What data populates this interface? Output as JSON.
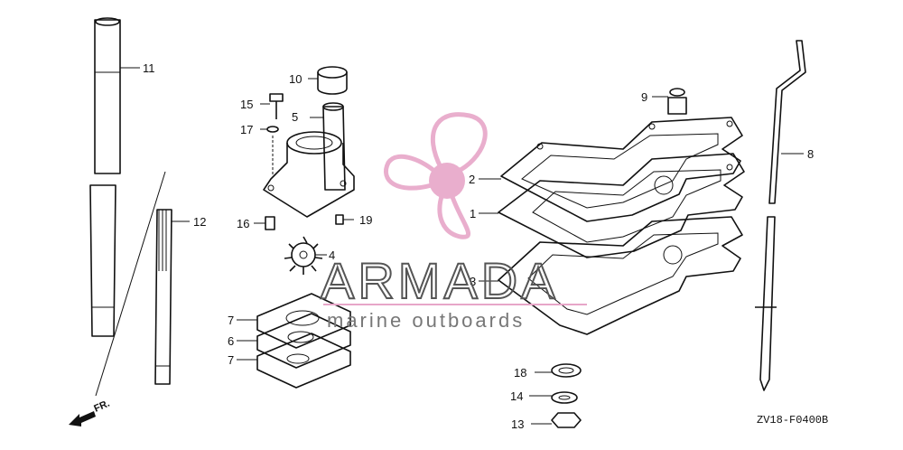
{
  "diagram": {
    "part_code": "ZV18-F0400B",
    "direction_label": "FR.",
    "callouts": [
      "11",
      "12",
      "10",
      "15",
      "5",
      "17",
      "16",
      "19",
      "4",
      "7",
      "6",
      "7",
      "9",
      "2",
      "1",
      "3",
      "8",
      "18",
      "14",
      "13"
    ]
  },
  "watermark": {
    "brand": "ARMADA",
    "tagline": "marine outboards",
    "accent_color": "#e7a6c8"
  }
}
